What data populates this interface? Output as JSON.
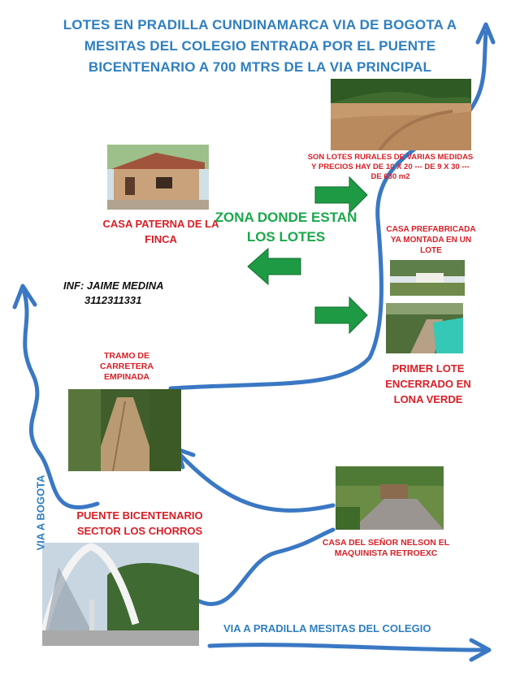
{
  "title": "LOTES EN PRADILLA CUNDINAMARCA  VIA DE BOGOTA A MESITAS DEL COLEGIO ENTRADA POR EL PUENTE BICENTENARIO A 700 MTRS DE LA VIA PRINCIPAL",
  "zone_label": "ZONA DONDE ESTAN LOS LOTES",
  "lots_description": "SON LOTES RURALES DE VARIAS MEDIDAS Y PRECIOS  HAY DE 10 X 20  --- DE 9 X 30 --- DE 630 m2",
  "casa_paterna": "CASA PATERNA DE LA FINCA",
  "info_name": "INF: JAIME MEDINA",
  "info_phone": "3112311331",
  "casa_prefabricada": "CASA PREFABRICADA YA MONTADA EN UN LOTE",
  "primer_lote": "PRIMER LOTE ENCERRADO EN LONA VERDE",
  "tramo": "TRAMO DE CARRETERA EMPINADA",
  "puente": "PUENTE BICENTENARIO SECTOR LOS CHORROS",
  "casa_senor": "CASA DEL SEÑOR NELSON  EL MAQUINISTA RETROEXC",
  "via_bogota": "VIA A BOGOTA",
  "via_pradilla": "VIA A PRADILLA MESITAS DEL COLEGIO",
  "colors": {
    "road": "#3a78c4",
    "arrow_green": "#1f9a44",
    "title": "#2f7fc0",
    "red_text": "#d81f26",
    "zone_text": "#1aa84a"
  }
}
